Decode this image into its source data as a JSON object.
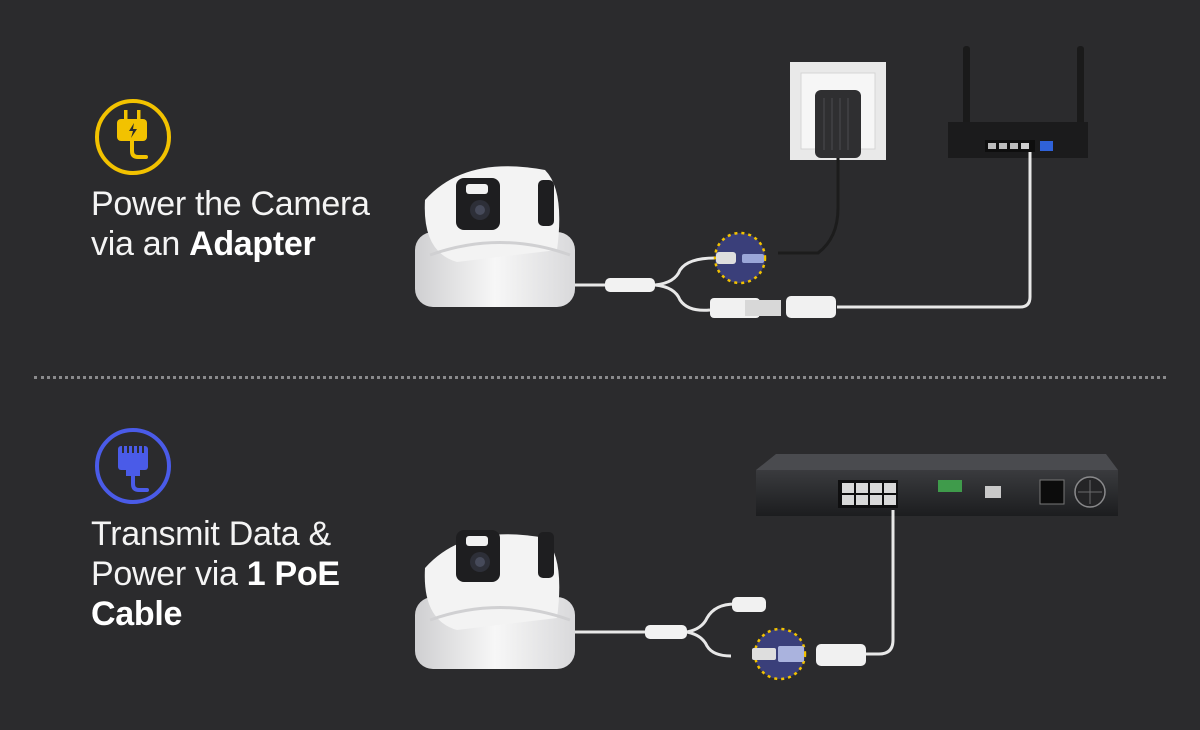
{
  "section_adapter": {
    "line1": "Power the Camera",
    "line2_prefix": "via an ",
    "line2_bold": "Adapter",
    "icon": "power-plug-icon",
    "icon_color": "#f2c200"
  },
  "section_poe": {
    "line1": "Transmit Data &",
    "line2_prefix": "Power via ",
    "line2_bold": "1 PoE",
    "line3_bold": "Cable",
    "icon": "ethernet-plug-icon",
    "icon_color": "#4a5be8"
  },
  "colors": {
    "background": "#2b2b2d",
    "highlight_ring": "#f2c200",
    "highlight_fill": "#3a3f7a",
    "cable": "#e8e8e8"
  }
}
